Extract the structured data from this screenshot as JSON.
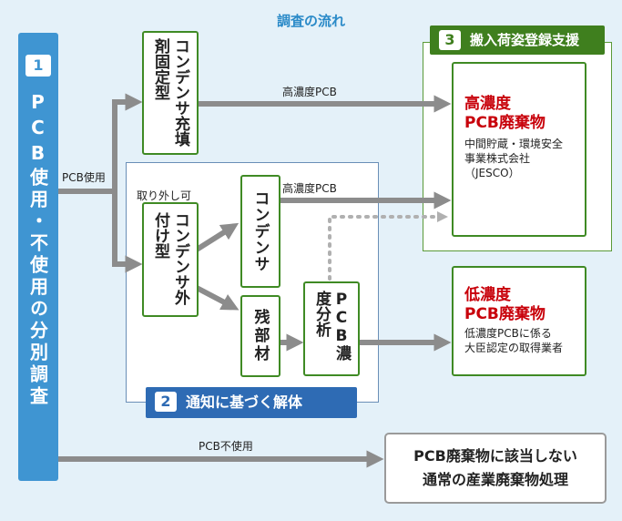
{
  "title": "調査の流れ",
  "survey": {
    "number": "1",
    "label": "PCB使用・不使用の分別調査"
  },
  "arrows": {
    "pcb_used": "PCB使用",
    "high_pcb_top": "高濃度PCB",
    "high_pcb_mid": "高濃度PCB",
    "pcb_not_used": "PCB不使用",
    "removable": "取り外し可"
  },
  "boxes": {
    "fixed_condenser": "コンデンサ充填剤固定型",
    "external_condenser": "コンデンサ外付け型",
    "condenser": "コンデンサ",
    "residual": "残部材",
    "analysis": "PCB濃度分析"
  },
  "step2": {
    "number": "2",
    "label": "通知に基づく解体"
  },
  "step3": {
    "number": "3",
    "label": "搬入荷姿登録支援"
  },
  "high_waste": {
    "title_line1": "高濃度",
    "title_line2": "PCB廃棄物",
    "desc_line1": "中間貯蔵・環境安全",
    "desc_line2": "事業株式会社",
    "desc_line3": "（JESCO）"
  },
  "low_waste": {
    "title_line1": "低濃度",
    "title_line2": "PCB廃棄物",
    "desc_line1": "低濃度PCBに係る",
    "desc_line2": "大臣認定の取得業者"
  },
  "final": {
    "line1": "PCB廃棄物に該当しない",
    "line2": "通常の産業廃棄物処理"
  },
  "colors": {
    "survey": "#3f95d2",
    "step2": "#2e6bb4",
    "step3": "#3f7f1e",
    "arrow": "#8c8c8c",
    "red_text": "#c8000a",
    "box_border": "#3f8a24"
  }
}
